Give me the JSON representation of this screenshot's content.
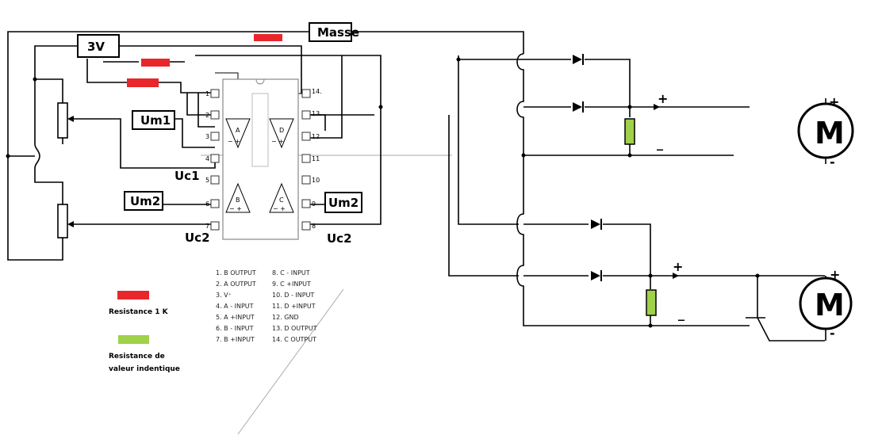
{
  "labels": {
    "supply": "3V",
    "ground": "Masse",
    "um1": "Um1",
    "um2_left": "Um2",
    "um2_right": "Um2",
    "uc1": "Uc1",
    "uc2_left": "Uc2",
    "uc2_right": "Uc2",
    "motor1": "M",
    "motor2": "M"
  },
  "chip": {
    "pins_left": [
      "1",
      "2",
      "3",
      "4",
      "5",
      "6",
      "7"
    ],
    "pins_right": [
      "14.",
      "13.",
      "12",
      "11",
      "10",
      "9",
      "8"
    ],
    "opamps": [
      "A",
      "B",
      "C",
      "D"
    ]
  },
  "pinout": {
    "left": [
      "1. B OUTPUT",
      "2. A OUTPUT",
      "3. V⁺",
      "4. A - INPUT",
      "5. A +INPUT",
      "6. B - INPUT",
      "7. B +INPUT"
    ],
    "right": [
      "8. C - INPUT",
      "9. C +INPUT",
      "10. D - INPUT",
      "11. D +INPUT",
      "12. GND",
      "13. D OUTPUT",
      "14. C OUTPUT"
    ]
  },
  "legend": {
    "resistor_1k": "Resistance 1 K",
    "resistor_same_line1": "Resistance de",
    "resistor_same_line2": "valeur indentique",
    "color_1k": "#e8262b",
    "color_same": "#9fd14a"
  },
  "polarity": {
    "plus": "+",
    "minus": "_",
    "motor_plus": "+",
    "motor_minus": "-"
  }
}
